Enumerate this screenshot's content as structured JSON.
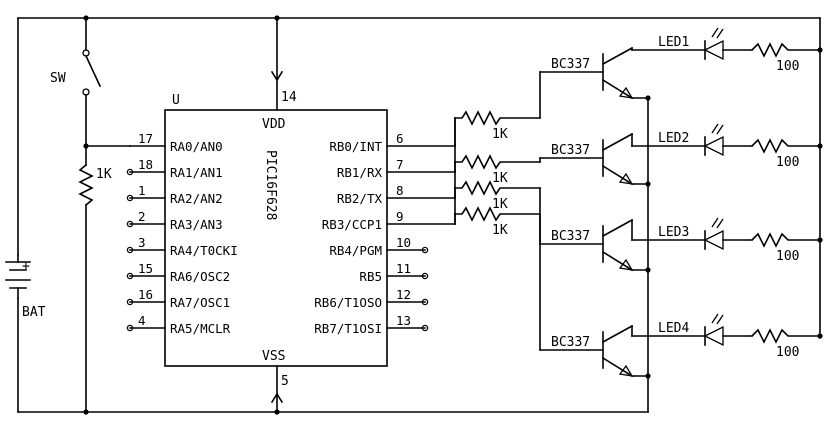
{
  "battery": {
    "label": "BAT",
    "polarity": "+"
  },
  "switch": {
    "label": "SW"
  },
  "pullup": {
    "label": "1K"
  },
  "chip": {
    "ref": "U",
    "part": "PIC16F628",
    "vdd_label": "VDD",
    "vss_label": "VSS",
    "vdd_pin": "14",
    "vss_pin": "5",
    "left_pins": [
      {
        "num": "17",
        "name": "RA0/AN0"
      },
      {
        "num": "18",
        "name": "RA1/AN1"
      },
      {
        "num": "1",
        "name": "RA2/AN2"
      },
      {
        "num": "2",
        "name": "RA3/AN3"
      },
      {
        "num": "3",
        "name": "RA4/T0CKI"
      },
      {
        "num": "15",
        "name": "RA6/OSC2"
      },
      {
        "num": "16",
        "name": "RA7/OSC1"
      },
      {
        "num": "4",
        "name": "RA5/MCLR"
      }
    ],
    "right_pins": [
      {
        "num": "6",
        "name": "RB0/INT"
      },
      {
        "num": "7",
        "name": "RB1/RX"
      },
      {
        "num": "8",
        "name": "RB2/TX"
      },
      {
        "num": "9",
        "name": "RB3/CCP1"
      },
      {
        "num": "10",
        "name": "RB4/PGM"
      },
      {
        "num": "11",
        "name": "RB5"
      },
      {
        "num": "12",
        "name": "RB6/T1OSO"
      },
      {
        "num": "13",
        "name": "RB7/T1OSI"
      }
    ]
  },
  "channels": [
    {
      "base_resistor": "1K",
      "transistor": "BC337",
      "led": "LED1",
      "led_resistor": "100"
    },
    {
      "base_resistor": "1K",
      "transistor": "BC337",
      "led": "LED2",
      "led_resistor": "100"
    },
    {
      "base_resistor": "1K",
      "transistor": "BC337",
      "led": "LED3",
      "led_resistor": "100"
    },
    {
      "base_resistor": "1K",
      "transistor": "BC337",
      "led": "LED4",
      "led_resistor": "100"
    }
  ]
}
